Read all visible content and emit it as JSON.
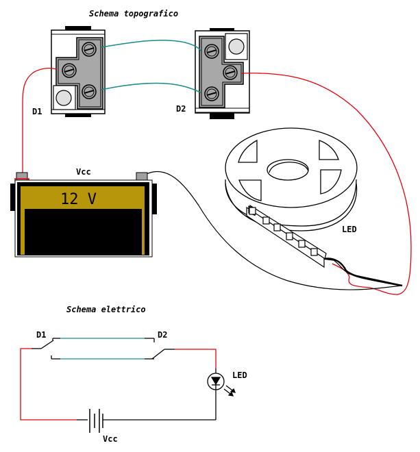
{
  "titles": {
    "topographic": "Schema topografico",
    "electric": "Schema elettrico"
  },
  "labels": {
    "d1": "D1",
    "d2": "D2",
    "vcc": "Vcc",
    "led": "LED",
    "battery_voltage": "12 V",
    "schematic_d1": "D1",
    "schematic_d2": "D2",
    "schematic_led": "LED",
    "schematic_vcc": "Vcc"
  },
  "colors": {
    "wire_phase": "#e8000a",
    "wire_traveller": "#1a8a8a",
    "wire_neutral": "#000000",
    "battery_body": "#b8960c",
    "terminal_gray": "#a0a0a0"
  }
}
